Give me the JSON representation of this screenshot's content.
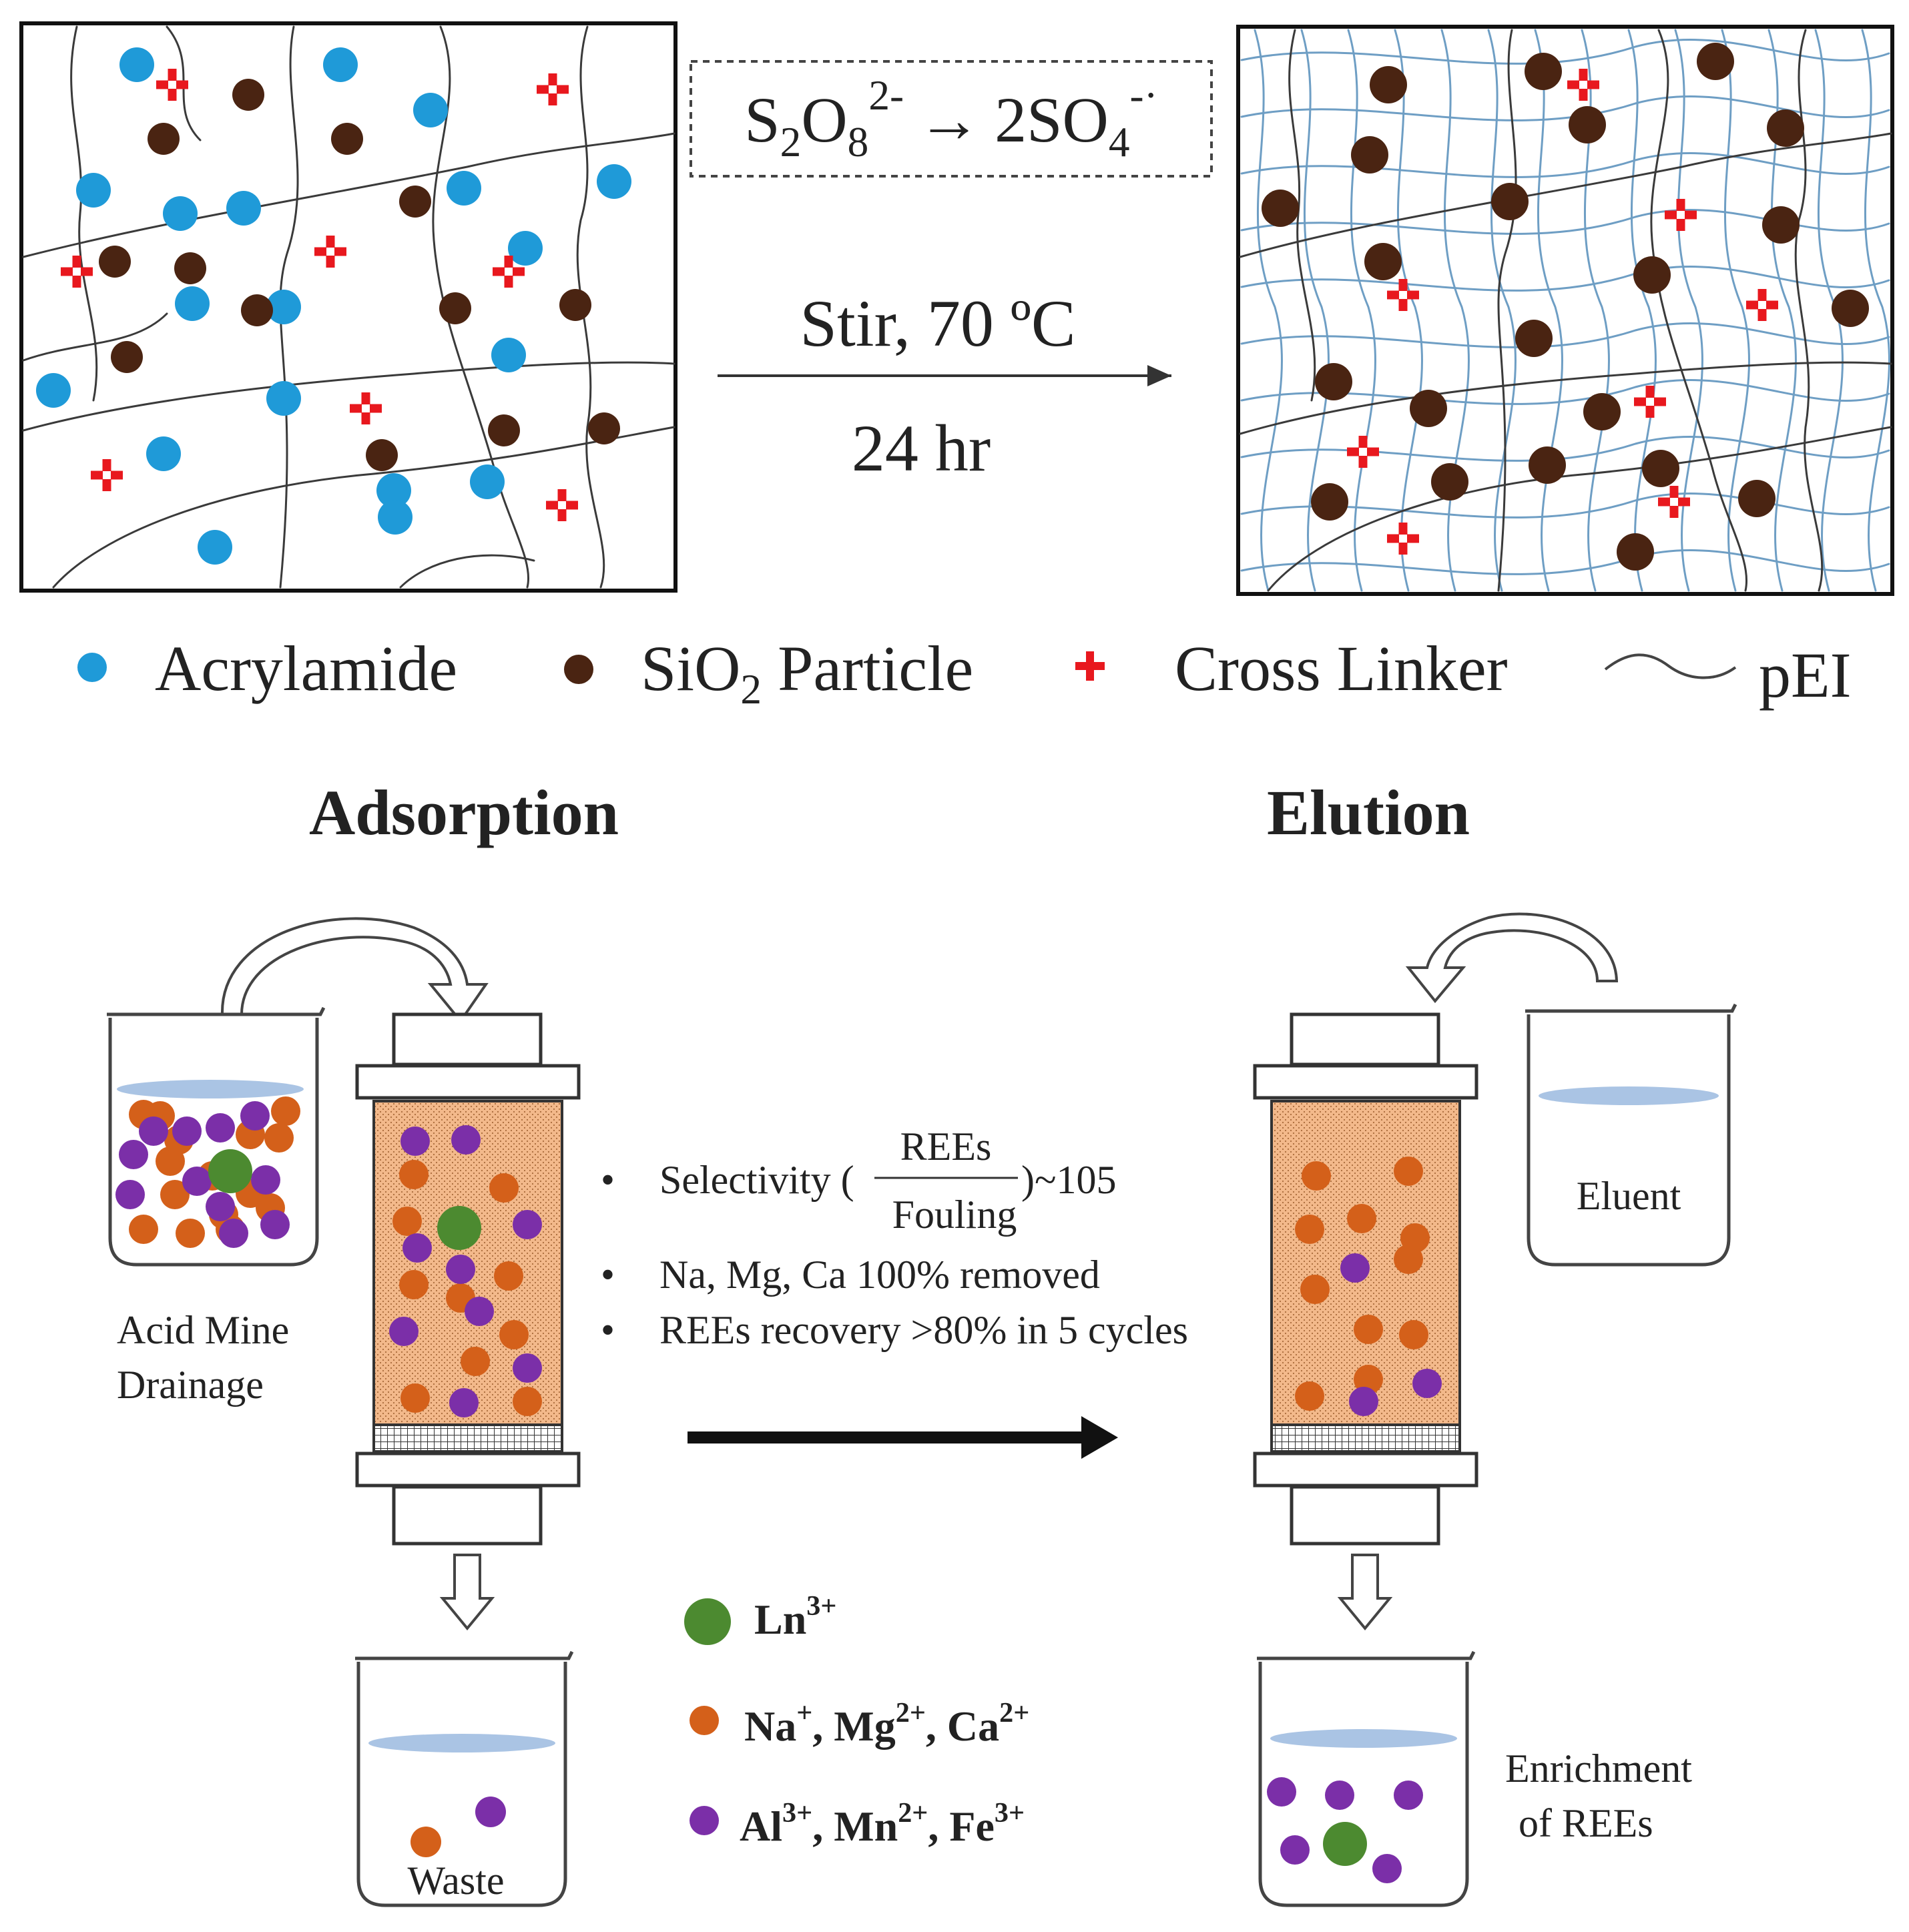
{
  "reaction": {
    "equation": {
      "reactant_base": "S",
      "reactant_sub1": "2",
      "reactant_o": "O",
      "reactant_sub2": "8",
      "reactant_charge": "2-",
      "arrow": "→",
      "product_base": "2SO",
      "product_sub": "4",
      "product_charge": "-·"
    },
    "condition_top": "Stir, 70 ºC",
    "condition_bottom": "24 hr"
  },
  "legend": {
    "acrylamide": "Acrylamide",
    "sio2_base": "SiO",
    "sio2_sub": "2",
    "sio2_tail": " Particle",
    "cross_linker": "Cross Linker",
    "pei": "pEI"
  },
  "adsorption": {
    "title": "Adsorption",
    "source_line1": "Acid Mine",
    "source_line2": "Drainage",
    "waste_label": "Waste"
  },
  "elution": {
    "title": "Elution",
    "eluent_label": "Eluent",
    "enrichment_line1": "Enrichment",
    "enrichment_line2": "of REEs"
  },
  "results": {
    "bullet": "•",
    "selectivity_prefix": "Selectivity (",
    "selectivity_numerator": "REEs",
    "selectivity_denominator": "Fouling",
    "selectivity_suffix": ")~105",
    "line2": "Na, Mg, Ca 100% removed",
    "line3": "REEs recovery >80% in 5 cycles"
  },
  "ions": {
    "ln": {
      "base": "Ln",
      "sup": "3+"
    },
    "group2": {
      "na": "Na",
      "na_sup": "+",
      "mg": ", Mg",
      "mg_sup": "2+",
      "ca": ", Ca",
      "ca_sup": "2+"
    },
    "group3": {
      "al": "Al",
      "al_sup": "3+",
      "mn": ", Mn",
      "mn_sup": "2+",
      "fe": ", Fe",
      "fe_sup": "3+"
    }
  },
  "colors": {
    "acrylamide": "#1f9ad8",
    "sio2": "#4a2412",
    "cross_linker": "#e8181e",
    "pei_black": "#3a3a3a",
    "pei_blue": "#6e9ec4",
    "ln": "#4c8a30",
    "na_mg_ca": "#d4601a",
    "al_mn_fe": "#7b2fa8",
    "resin": "#f3b98b",
    "liquid": "#aac4e4"
  }
}
